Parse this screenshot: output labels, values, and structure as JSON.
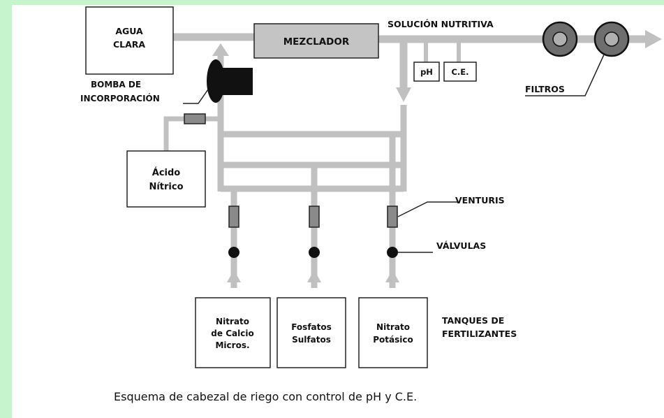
{
  "diagram": {
    "boxes": {
      "agua_clara": [
        "AGUA",
        "CLARA"
      ],
      "mezclador": "MEZCLADOR",
      "acido_nitrico": [
        "Ácido",
        "Nítrico"
      ],
      "ph": "pH",
      "ce": "C.E.",
      "tanque_1": [
        "Nitrato",
        "de Calcio",
        "Micros."
      ],
      "tanque_2": [
        "Fosfatos",
        "Sulfatos"
      ],
      "tanque_3": [
        "Nitrato",
        "Potásico"
      ]
    },
    "labels": {
      "solucion_nutritiva": "SOLUCIÓN NUTRITIVA",
      "bomba": [
        "BOMBA DE",
        "INCORPORACIÓN"
      ],
      "filtros": "FILTROS",
      "venturis": "VENTURIS",
      "valvulas": "VÁLVULAS",
      "tanques": [
        "TANQUES DE",
        "FERTILIZANTES"
      ]
    },
    "caption": "Esquema de cabezal de riego con control de pH y C.E.",
    "colors": {
      "pipe": "#c0c0c0",
      "mixer": "#c4c4c4",
      "venturi": "#8a8a8a",
      "filter_outer": "#707070",
      "filter_inner": "#b0b0b0",
      "page_border": "#c6f5cd"
    }
  }
}
